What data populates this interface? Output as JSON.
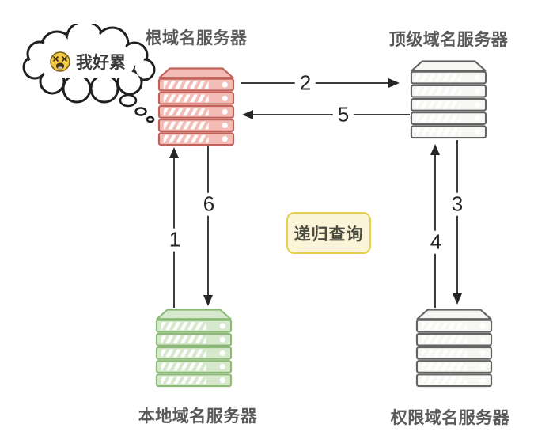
{
  "diagram": {
    "center_box": {
      "label": "递归查询"
    },
    "thought": {
      "emoji": "weary-face",
      "text": "我好累"
    },
    "nodes": [
      {
        "id": "root",
        "label": "根域名服务器",
        "fill": "#f3bcb6",
        "stroke": "#c2605a"
      },
      {
        "id": "tld",
        "label": "顶级域名服务器",
        "fill": "#f6f6f3",
        "stroke": "#646464"
      },
      {
        "id": "local",
        "label": "本地域名服务器",
        "fill": "#d7e9cd",
        "stroke": "#8bb976"
      },
      {
        "id": "auth",
        "label": "权限域名服务器",
        "fill": "#f6f6f3",
        "stroke": "#646464"
      }
    ],
    "arrows": [
      {
        "num": "1",
        "from": "local",
        "to": "root",
        "direction": "up"
      },
      {
        "num": "2",
        "from": "root",
        "to": "tld",
        "direction": "right"
      },
      {
        "num": "3",
        "from": "tld",
        "to": "auth",
        "direction": "down"
      },
      {
        "num": "4",
        "from": "auth",
        "to": "tld",
        "direction": "up"
      },
      {
        "num": "5",
        "from": "tld",
        "to": "root",
        "direction": "left"
      },
      {
        "num": "6",
        "from": "root",
        "to": "local",
        "direction": "down"
      }
    ],
    "colors": {
      "note_fill": "#fcf4d9",
      "note_border": "#e7ce52",
      "label_text": "#595959",
      "arrow": "#262626",
      "emoji_face": "#f5cb45"
    }
  }
}
